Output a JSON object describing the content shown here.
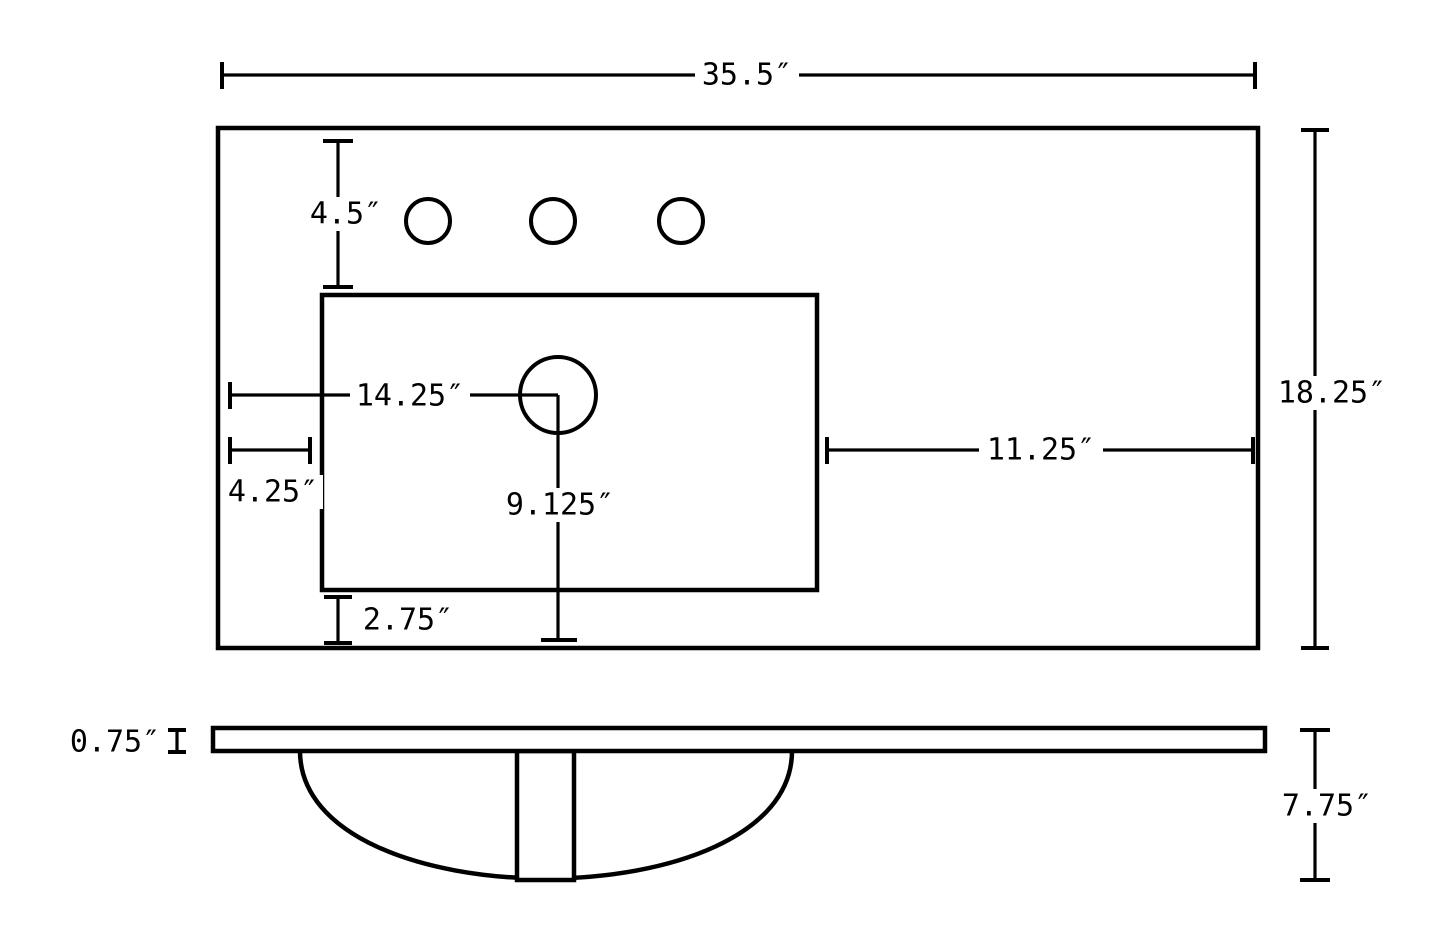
{
  "diagram": {
    "title": "vanity-top-dimension-drawing",
    "top_view": {
      "overall_width_label": "35.5″",
      "overall_depth_label": "18.25″",
      "faucet_offset_label": "4.5″",
      "drain_from_left_label": "14.25″",
      "bowl_left_inset_label": "4.25″",
      "bowl_right_offset_label": "11.25″",
      "drain_from_back_label": "9.125″",
      "bowl_bottom_inset_label": "2.75″"
    },
    "front_view": {
      "counter_thickness_label": "0.75″",
      "overall_height_label": "7.75″"
    }
  }
}
